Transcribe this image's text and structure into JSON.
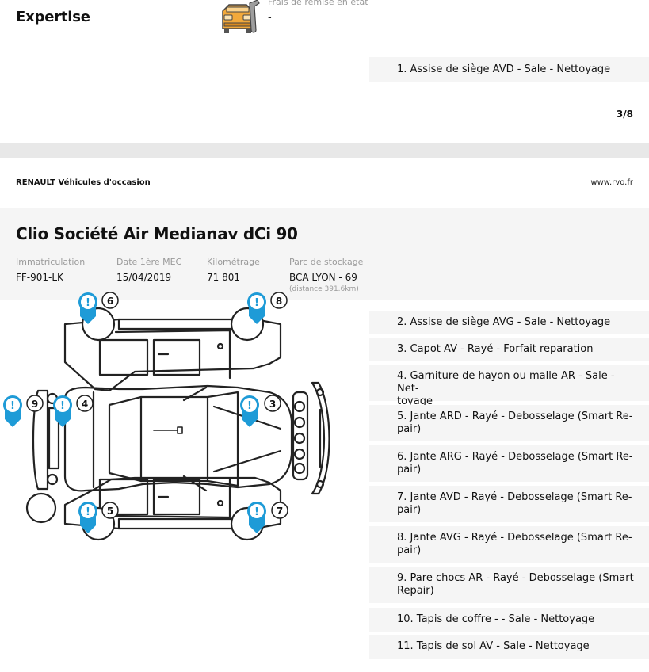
{
  "expertise": {
    "heading": "Expertise",
    "fees_label": "Frais de remise en état",
    "fees_value": "-",
    "icon": "car-repair-icon",
    "icon_color": "#f2a93b"
  },
  "first_issue": "1. Assise de siège AVD - Sale - Nettoyage",
  "page_number": "3/8",
  "header": {
    "brand": "RENAULT Véhicules d'occasion",
    "website": "www.rvo.fr"
  },
  "vehicle": {
    "title": "Clio Société Air Medianav dCi 90",
    "specs": [
      {
        "label": "Immatriculation",
        "value": "FF-901-LK"
      },
      {
        "label": "Date 1ère MEC",
        "value": "15/04/2019"
      },
      {
        "label": "Kilométrage",
        "value": "71 801"
      },
      {
        "label": "Parc de stockage",
        "value": "BCA LYON - 69"
      }
    ],
    "storage_distance": "(distance 391.6km)"
  },
  "damage_markers": [
    "6",
    "8",
    "9",
    "4",
    "3",
    "5",
    "7"
  ],
  "issues": [
    {
      "lines": [
        "2. Assise de siège AVG - Sale - Nettoyage"
      ]
    },
    {
      "lines": [
        "3. Capot AV - Rayé - Forfait reparation"
      ]
    },
    {
      "lines": [
        "4. Garniture de hayon ou malle AR - Sale - Net-",
        "toyage"
      ]
    },
    {
      "lines": [
        "5. Jante ARD - Rayé - Debosselage (Smart Re-",
        "pair)"
      ]
    },
    {
      "lines": [
        "6. Jante ARG - Rayé - Debosselage (Smart Re-",
        "pair)"
      ]
    },
    {
      "lines": [
        "7. Jante AVD - Rayé - Debosselage (Smart Re-",
        "pair)"
      ]
    },
    {
      "lines": [
        "8. Jante AVG - Rayé - Debosselage (Smart Re-",
        "pair)"
      ]
    },
    {
      "lines": [
        "9. Pare chocs AR - Rayé - Debosselage (Smart",
        "Repair)"
      ]
    },
    {
      "lines": [
        "10. Tapis de coffre - - Sale - Nettoyage"
      ]
    },
    {
      "lines": [
        "11. Tapis de sol AV - Sale - Nettoyage"
      ]
    }
  ],
  "colors": {
    "marker": "#1e9bd7",
    "panel": "#f5f5f5",
    "separator": "#e8e8e8"
  }
}
